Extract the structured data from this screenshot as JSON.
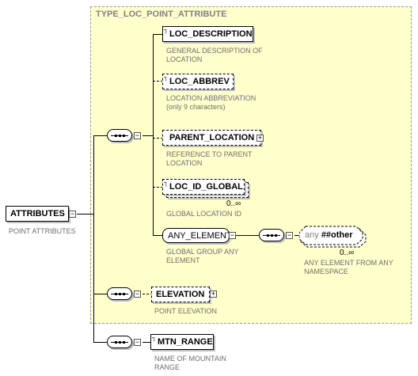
{
  "type_title": "TYPE_LOC_POINT_ATTRIBUTE",
  "root": {
    "name": "ATTRIBUTES",
    "doc": "POINT ATTRIBUTES"
  },
  "elements": {
    "loc_description": {
      "name": "LOC_DESCRIPTION",
      "doc": "GENERAL DESCRIPTION OF LOCATION"
    },
    "loc_abbrev": {
      "name": "LOC_ABBREV",
      "doc": "LOCATION ABBREVIATION (only 9 characters)"
    },
    "parent_location": {
      "name": "PARENT_LOCATION",
      "doc": "REFERENCE TO PARENT LOCATION"
    },
    "loc_id_global": {
      "name": "LOC_ID_GLOBAL",
      "doc": "GLOBAL LOCATION ID",
      "cardinality": "0..∞"
    },
    "any_element": {
      "name": "ANY_ELEMENT",
      "doc": "GLOBAL GROUP ANY ELEMENT"
    },
    "any_other": {
      "prefix": "any",
      "name": "##other",
      "doc": "ANY ELEMENT FROM ANY NAMESPACE",
      "cardinality": "0..∞"
    },
    "elevation": {
      "name": "ELEVATION",
      "doc": "POINT ELEVATION"
    },
    "mtn_range": {
      "name": "MTN_RANGE",
      "doc": "NAME OF MOUNTAIN RANGE"
    }
  },
  "symbols": {
    "expand": "+",
    "collapse": "−"
  }
}
